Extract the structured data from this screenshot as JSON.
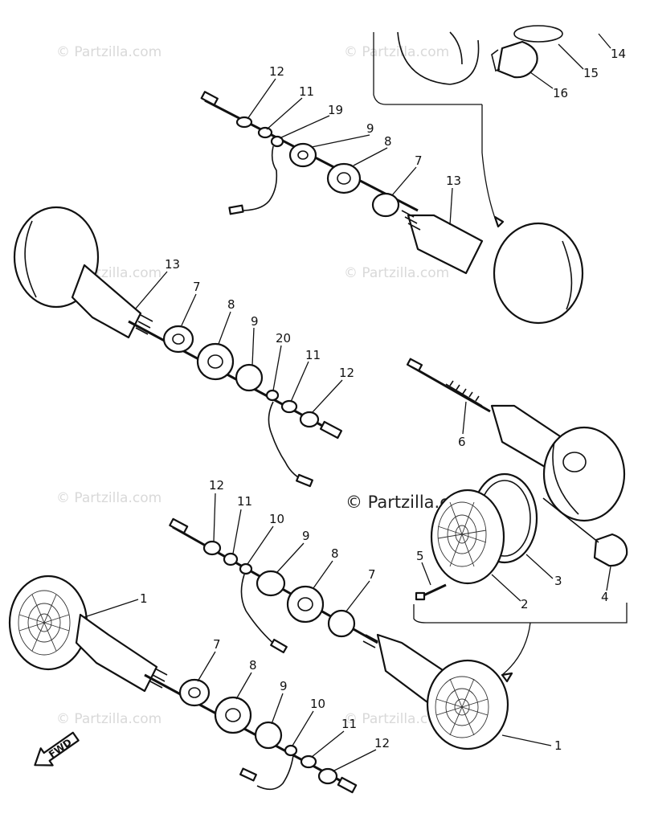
{
  "source": {
    "watermark": "© Partzilla.com",
    "center_watermark": "© Partzilla.com"
  },
  "diagram": {
    "forward_marker": "FWD",
    "callouts": [
      "1",
      "1",
      "2",
      "3",
      "4",
      "5",
      "6",
      "7",
      "7",
      "7",
      "7",
      "8",
      "8",
      "8",
      "8",
      "9",
      "9",
      "9",
      "9",
      "10",
      "10",
      "11",
      "11",
      "11",
      "11",
      "12",
      "12",
      "12",
      "12",
      "13",
      "13",
      "14",
      "15",
      "16",
      "19",
      "20"
    ]
  }
}
